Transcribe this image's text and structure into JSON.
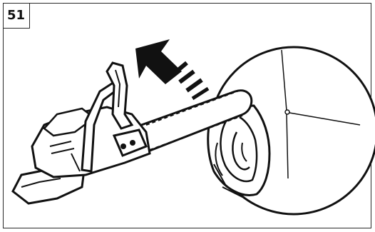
{
  "figure": {
    "number": "51"
  },
  "illustration": {
    "subject": "chainsaw-cutting-log",
    "arrow_direction": "up-left"
  },
  "colors": {
    "ink": "#111111",
    "paper": "#ffffff",
    "frame": "#2a2a2a"
  }
}
